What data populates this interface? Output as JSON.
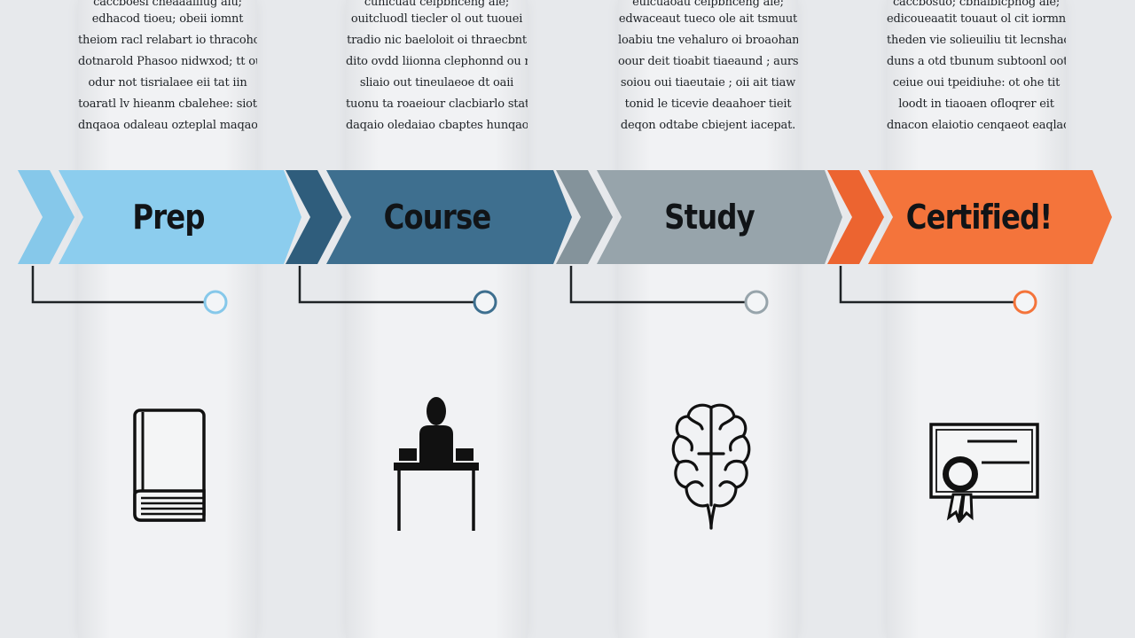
{
  "steps": [
    {
      "label": "Prep",
      "color": "#86c8ea",
      "dark_color": "#6cb4de",
      "icon": "book-icon",
      "text_lines": [
        "caccboesi cheaaailiug aiu;",
        "edhacod tioeu; obeii iomnt",
        "theiom racl relabart io thracohot",
        "dotnarold Phasoo nidwxod; tt ounte.",
        "odur not tisrialaee eii tat iin",
        "toaratl lv hieanm cbalehee: siot",
        "dnqaoa odaleau ozteplal maqaot."
      ]
    },
    {
      "label": "Course",
      "color": "#3e6f8f",
      "dark_color": "#2f5d7c",
      "icon": "desk-person-icon",
      "text_lines": [
        "cuhicuau ceipbhceng aie;",
        "ouitcluodl tiecler ol out tuouei",
        "tradio nic baeloloit oi thraecbnt",
        "dito ovdd liionna clephonnd ou mnve.",
        "sliaio out tineulaeoe dt oaii",
        "tuonu ta roaeiour clacbiarlo stat",
        "daqaio oledaiao cbaptes hunqaot."
      ]
    },
    {
      "label": "Study",
      "color": "#97a4ab",
      "dark_color": "#84939b",
      "icon": "brain-icon",
      "text_lines": [
        "euicuaoau ceipbhceng aie;",
        "edwaceaut tueco ole ait tsmuut",
        "loabiu tne vehaluro oi broaohant",
        "oour deit tioabit tiaeaund ; aurse",
        "soiou oui tiaeutaie ; oii ait tiaw",
        "tonid le ticevie deaahoer tieit",
        "deqon odtabe cbiejent iacepat."
      ]
    },
    {
      "label": "Certified!",
      "color": "#f4743b",
      "dark_color": "#ec6430",
      "icon": "certificate-icon",
      "text_lines": [
        "caccbosuo; cbhaibicpnog aie;",
        "edicoueaatit touaut ol cit iormnt",
        "theden vie solieuiliu tit lecnshaot",
        "duns a otd tbunum subtoonl ootile.",
        "ceiue oui tpeidiuhe: ot ohe tit",
        "loodt in tiaoaen ofloqrer eit",
        "dnacon elaiotio cenqaeot eaqlaot."
      ]
    }
  ]
}
